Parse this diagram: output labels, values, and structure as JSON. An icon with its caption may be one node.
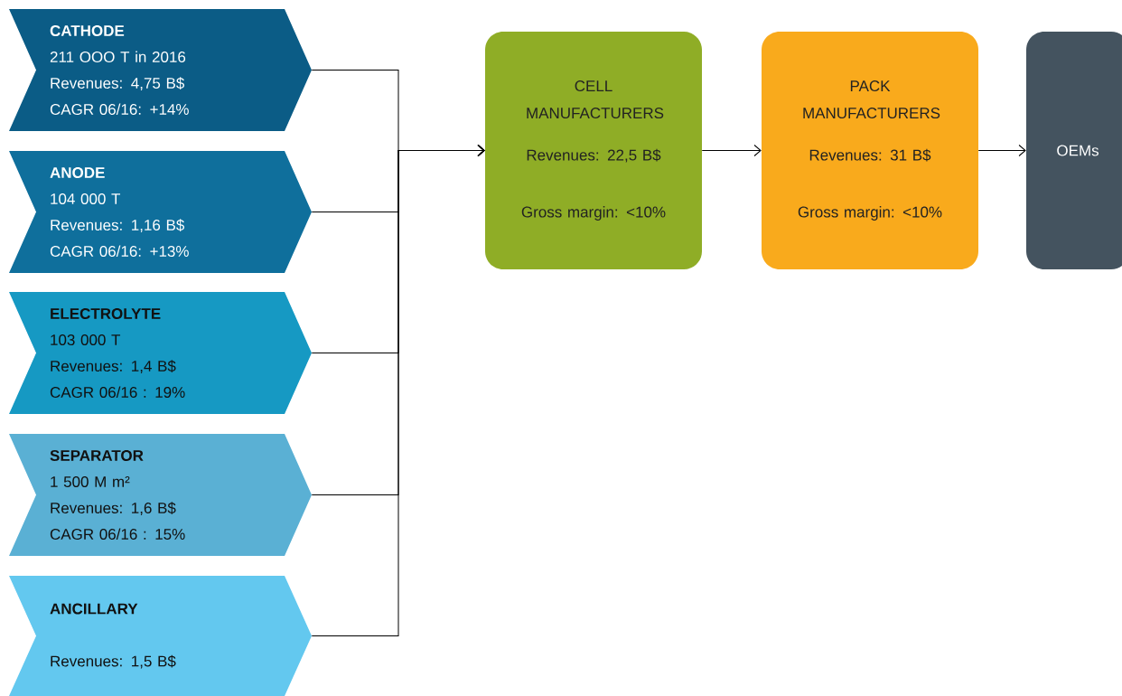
{
  "diagram": {
    "nodes": [
      {
        "text": [
          "CATHODE",
          "211 OOO T in 2016",
          "Revenues: 4,75 B$",
          "CAGR 06/16: +14%"
        ]
      },
      {
        "text": [
          "ANODE",
          "104 000 T",
          "Revenues: 1,16 B$",
          "CAGR 06/16: +13%"
        ]
      },
      {
        "text": [
          "ELECTROLYTE",
          "103 000 T",
          "Revenues: 1,4 B$",
          "CAGR 06/16 : 19%"
        ]
      },
      {
        "text": [
          "SEPARATOR",
          "1 500 M m²",
          "Revenues: 1,6 B$",
          "CAGR 06/16 : 15%"
        ]
      },
      {
        "text": [
          "ANCILLARY",
          "Revenues: 1,5 B$"
        ]
      },
      {
        "text": [
          "CELL MANUFACTURERS",
          "Revenues: 22,5 B$",
          "Gross margin: <10%"
        ]
      },
      {
        "text": [
          "PACK MANUFACTURERS",
          "Revenues: 31 B$",
          "Gross margin: <10%"
        ]
      },
      {
        "text": [
          "OEMs"
        ]
      }
    ],
    "edges": [
      {
        "from": 0,
        "to": 5,
        "arrow": "to"
      },
      {
        "from": 1,
        "to": 5,
        "arrow": "to"
      },
      {
        "from": 2,
        "to": 5,
        "arrow": "to"
      },
      {
        "from": 3,
        "to": 5,
        "arrow": "to"
      },
      {
        "from": 4,
        "to": 5,
        "arrow": "to"
      },
      {
        "from": 5,
        "to": 6,
        "arrow": "to"
      },
      {
        "from": 6,
        "to": 7,
        "arrow": "to"
      }
    ]
  }
}
